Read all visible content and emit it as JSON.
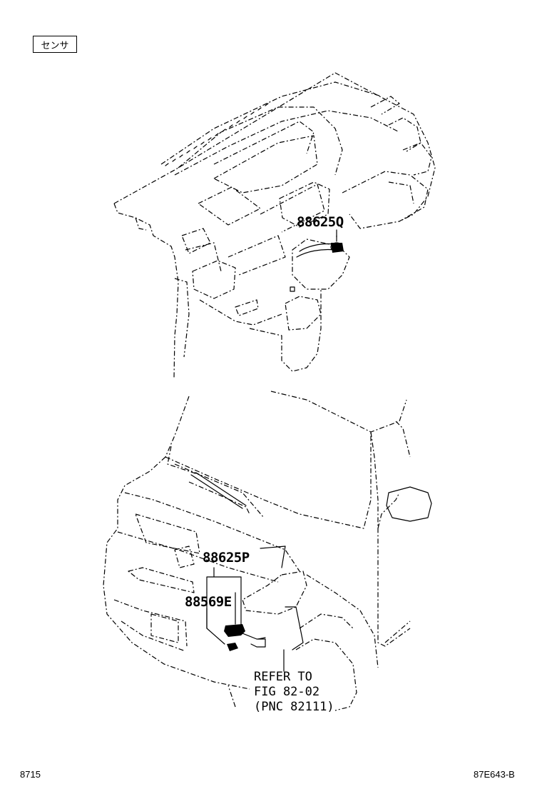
{
  "header_tag": "センサ",
  "parts": {
    "p1": "88625Q",
    "p2": "88625P",
    "p3": "88569E"
  },
  "reference": {
    "line1": "REFER TO",
    "line2": "FIG 82-02",
    "line3": "(PNC 82111)"
  },
  "footer": {
    "left": "8715",
    "right": "87E643-B"
  }
}
